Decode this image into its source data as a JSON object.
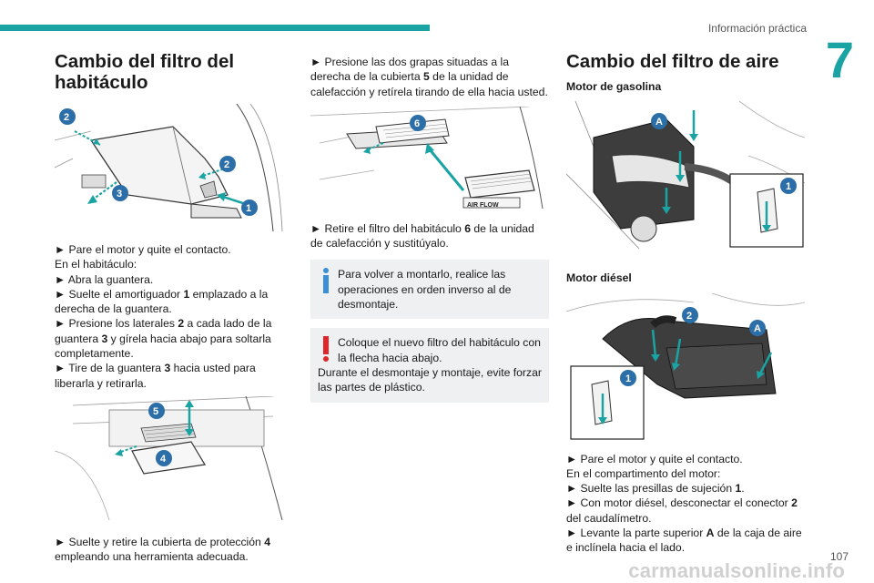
{
  "header": {
    "section_title": "Información práctica",
    "chapter_number": "7"
  },
  "col1": {
    "title": "Cambio del filtro del habitáculo",
    "fig1_labels": [
      "2",
      "2",
      "3",
      "1"
    ],
    "steps1": [
      "► Pare el motor y quite el contacto.",
      "En el habitáculo:",
      "► Abra la guantera.",
      "► Suelte el amortiguador ",
      "1",
      " emplazado a la derecha de la guantera.",
      "► Presione los laterales ",
      "2",
      " a cada lado de la guantera ",
      "3",
      " y gírela hacia abajo para soltarla completamente.",
      "► Tire de la guantera ",
      "3",
      " hacia usted para liberarla y retirarla."
    ],
    "fig2_labels": [
      "5",
      "4"
    ],
    "step_after_fig2": "► Suelte y retire la cubierta de protección ",
    "step_after_fig2_num": "4",
    "step_after_fig2_end": " empleando una herramienta adecuada."
  },
  "col2": {
    "intro_a": "► Presione las dos grapas situadas a la derecha de la cubierta ",
    "intro_num": "5",
    "intro_b": " de la unidad de calefacción y retírela tirando de ella hacia usted.",
    "fig_label": "6",
    "airflow_label": "AIR FLOW",
    "step_a": "► Retire el filtro del habitáculo ",
    "step_num": "6",
    "step_b": " de la unidad de calefacción y sustitúyalo.",
    "info_box": {
      "line1": "Para volver a montarlo, realice las operaciones en orden inverso al de desmontaje."
    },
    "warning_box": {
      "line1": "Coloque el nuevo filtro del habitáculo con la flecha hacia abajo.",
      "line2": "Durante el desmontaje y montaje, evite forzar las partes de plástico."
    }
  },
  "col3": {
    "title": "Cambio del filtro de aire",
    "petrol_heading": "Motor de gasolina",
    "petrol_labels": [
      "A",
      "1"
    ],
    "diesel_heading": "Motor diésel",
    "diesel_labels": [
      "2",
      "A",
      "1"
    ],
    "steps": [
      "► Pare el motor y quite el contacto.",
      "En el compartimento del motor:",
      "► Suelte las presillas de sujeción ",
      "1",
      ".",
      "► Con motor diésel, desconectar el conector ",
      "2",
      " del caudalímetro.",
      "► Levante la parte superior ",
      "A",
      " de la caja de aire e inclínela hacia el lado."
    ]
  },
  "footer": {
    "page_number": "107",
    "watermark": "carmanualsonline.info"
  },
  "colors": {
    "accent": "#1aa3a3",
    "label_blue": "#2c6fa8",
    "info_blue": "#3a8fd6",
    "warning_red": "#e0262b",
    "box_bg": "#eef0f1"
  }
}
